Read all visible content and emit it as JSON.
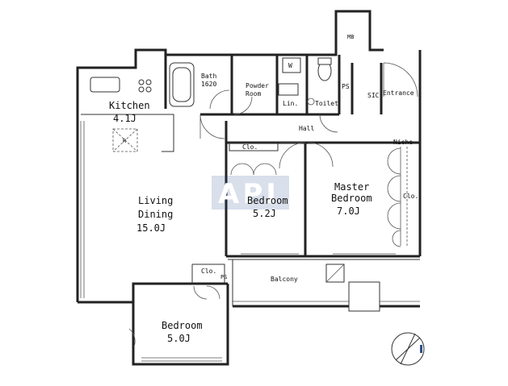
{
  "rooms": {
    "kitchen": {
      "name": "Kitchen",
      "size": "4.1J"
    },
    "living_dining": {
      "name_line1": "Living",
      "name_line2": "Dining",
      "size": "15.0J"
    },
    "bedroom_center": {
      "name": "Bedroom",
      "size": "5.2J"
    },
    "master_bedroom": {
      "name_line1": "Master",
      "name_line2": "Bedroom",
      "size": "7.0J"
    },
    "bedroom_lower": {
      "name": "Bedroom",
      "size": "5.0J"
    }
  },
  "labels": {
    "bath": "Bath",
    "bath_size": "1620",
    "powder_room_line1": "Powder",
    "powder_room_line2": "Room",
    "washer": "W",
    "linen": "Lin.",
    "toilet": "Toilet",
    "ps_upper": "PS",
    "sic": "SIC",
    "entrance": "Entrance",
    "mb": "MB",
    "hall": "Hall",
    "niche": "Niche",
    "closet_center": "Clo.",
    "closet_master": "Clo.",
    "closet_lower": "Clo.",
    "ps_lower": "PS",
    "balcony": "Balcony",
    "refrigerator": "R"
  },
  "watermark": {
    "text": "API",
    "color": "#2f4f8f"
  }
}
